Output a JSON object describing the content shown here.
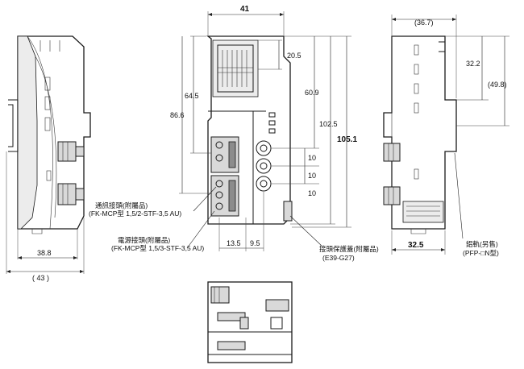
{
  "dimensions": {
    "top_width": "41",
    "side_depth": "(36.7)",
    "d_20_5": "20.5",
    "d_64_5": "64.5",
    "d_60_9": "60.9",
    "d_86_6": "86.6",
    "d_102_5": "102.5",
    "d_105_1": "105.1",
    "d_10_a": "10",
    "d_10_b": "10",
    "d_10_c": "10",
    "d_13_5": "13.5",
    "d_9_5": "9.5",
    "d_38_8": "38.8",
    "d_43": "( 43 )",
    "d_32_2": "32.2",
    "d_49_8": "(49.8)",
    "d_32_5": "32.5"
  },
  "callouts": {
    "comm_connector_line1": "通訊接頭(附屬品)",
    "comm_connector_line2": "(FK-MCP型 1,5/2-STF-3,5 AU)",
    "power_connector_line1": "電源接頭(附屬品)",
    "power_connector_line2": "(FK-MCP型 1,5/3-STF-3,5 AU)",
    "cover_line1": "接頭保護蓋(附屬品)",
    "cover_line2": "(E39-G27)",
    "rail_line1": "鋁軌(另售)",
    "rail_line2": "(PFP-□N型)"
  }
}
